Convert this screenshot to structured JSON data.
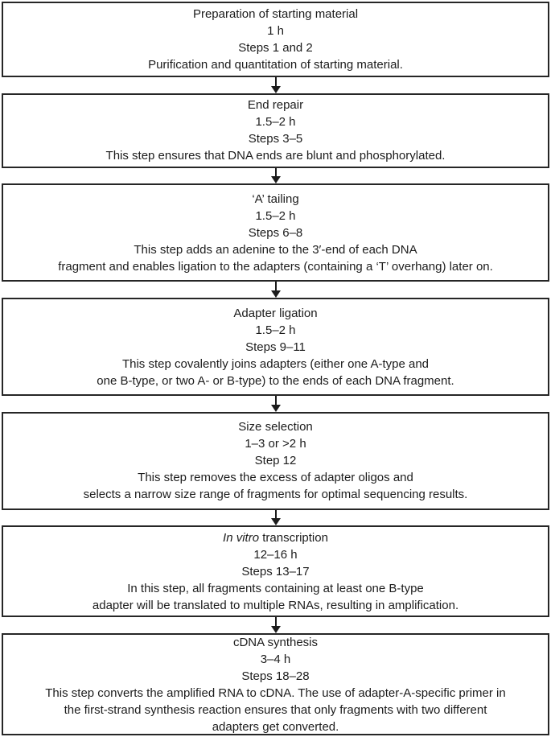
{
  "flow": {
    "steps": [
      {
        "title": {
          "italic": "",
          "text": "Preparation of starting material"
        },
        "duration": "1 h",
        "step_range": "Steps 1 and 2",
        "description": [
          "Purification and quantitation of starting material."
        ]
      },
      {
        "title": {
          "italic": "",
          "text": "End repair"
        },
        "duration": "1.5–2 h",
        "step_range": "Steps 3–5",
        "description": [
          "This step ensures that DNA ends are blunt and phosphorylated."
        ]
      },
      {
        "title": {
          "italic": "",
          "text": "‘A’ tailing"
        },
        "duration": "1.5–2 h",
        "step_range": "Steps 6–8",
        "description": [
          "This step adds an adenine to the 3′-end of each DNA",
          "fragment and enables ligation to the adapters (containing a ‘T’ overhang) later on."
        ]
      },
      {
        "title": {
          "italic": "",
          "text": "Adapter ligation"
        },
        "duration": "1.5–2 h",
        "step_range": "Steps 9–11",
        "description": [
          "This step covalently joins adapters (either one A-type and",
          "one B-type, or two A- or B-type) to the ends of each DNA fragment."
        ]
      },
      {
        "title": {
          "italic": "",
          "text": "Size selection"
        },
        "duration": "1–3 or >2 h",
        "step_range": "Step 12",
        "description": [
          "This step removes the excess of adapter oligos and",
          "selects a narrow size range of fragments for optimal sequencing results."
        ]
      },
      {
        "title": {
          "italic": "In vitro",
          "text": " transcription"
        },
        "duration": "12–16 h",
        "step_range": "Steps 13–17",
        "description": [
          "In this step, all fragments containing at least one B-type",
          "adapter will be translated to multiple RNAs, resulting in amplification."
        ]
      },
      {
        "title": {
          "italic": "",
          "text": "cDNA synthesis"
        },
        "duration": "3–4 h",
        "step_range": "Steps 18–28",
        "description": [
          "This step converts the amplified RNA to cDNA. The use of adapter-A-specific primer in",
          "the first-strand synthesis reaction ensures that only fragments with two different",
          "adapters get converted."
        ]
      }
    ]
  },
  "colors": {
    "border": "#262626",
    "text": "#1c1c1c",
    "arrow": "#1c1c1c",
    "background": "#ffffff"
  }
}
